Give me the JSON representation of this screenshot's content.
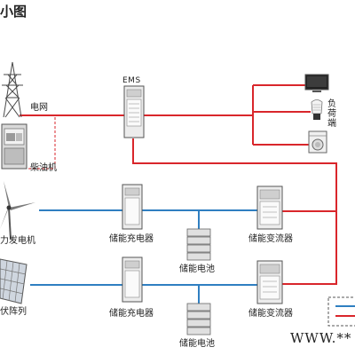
{
  "title_fragment": "小图",
  "ems": {
    "label": "EMS"
  },
  "sources": {
    "grid": "电网",
    "diesel": "柴油机",
    "wind": "力发电机",
    "pv": "伏阵列"
  },
  "load": {
    "label": "负荷端"
  },
  "row1": {
    "charger": "储能充电器",
    "battery": "储能电池",
    "converter": "储能变流器"
  },
  "row2": {
    "charger": "储能充电器",
    "battery": "储能电池",
    "converter": "储能变流器"
  },
  "watermark": "WWW.**",
  "colors": {
    "ac_line": "#d9262b",
    "dc_line": "#2f7fc1",
    "device": "#6b6b6b"
  },
  "icons": [
    "transmission-tower-icon",
    "generator-icon",
    "wind-turbine-icon",
    "solar-panel-icon",
    "tv-icon",
    "light-bulb-icon",
    "washing-machine-icon",
    "cabinet-icon",
    "battery-stack-icon"
  ]
}
